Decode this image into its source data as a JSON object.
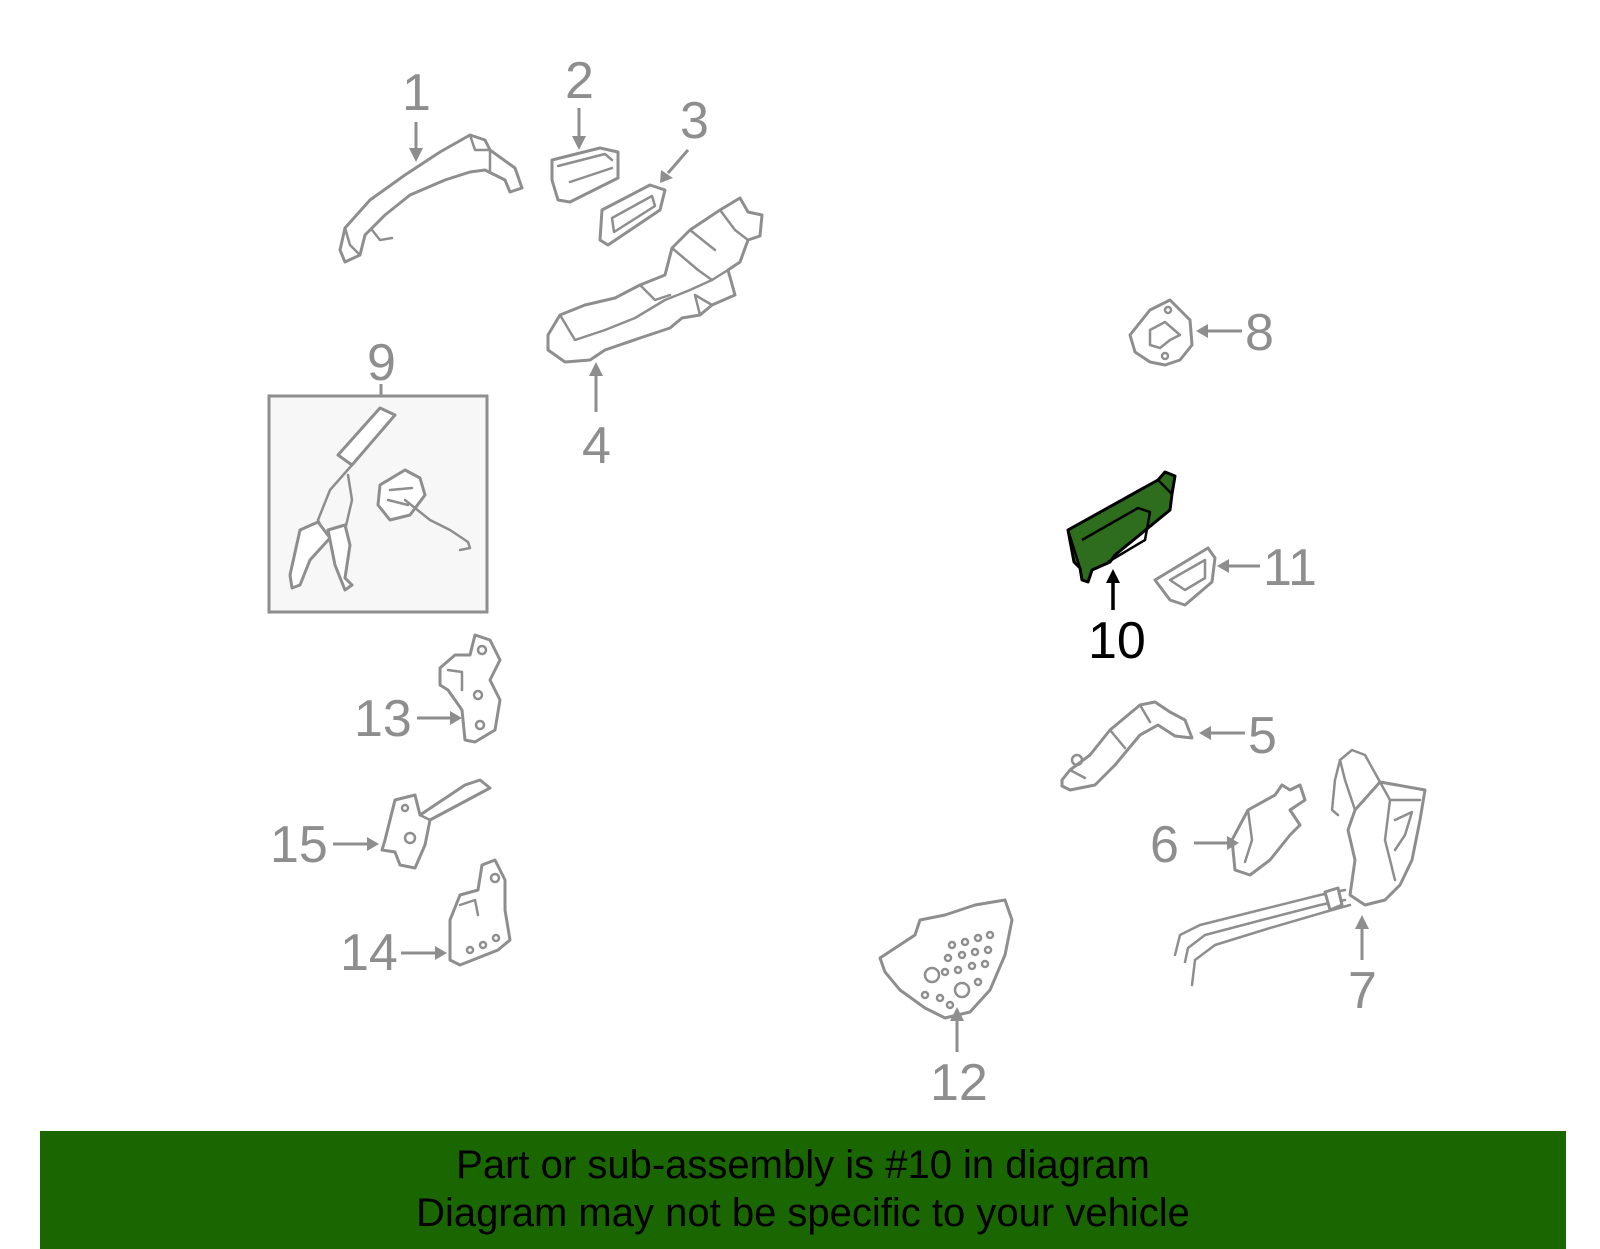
{
  "diagram": {
    "highlight_color": "#2e6d1e",
    "label_color": "#8e8e8e",
    "highlighted_part": "10",
    "callouts": [
      "1",
      "2",
      "3",
      "4",
      "5",
      "6",
      "7",
      "8",
      "9",
      "10",
      "11",
      "12",
      "13",
      "14",
      "15"
    ]
  },
  "banner": {
    "background": "#1a6600",
    "line1": "Part or sub-assembly is #10 in diagram",
    "line2": "Diagram may not be specific to your vehicle"
  }
}
